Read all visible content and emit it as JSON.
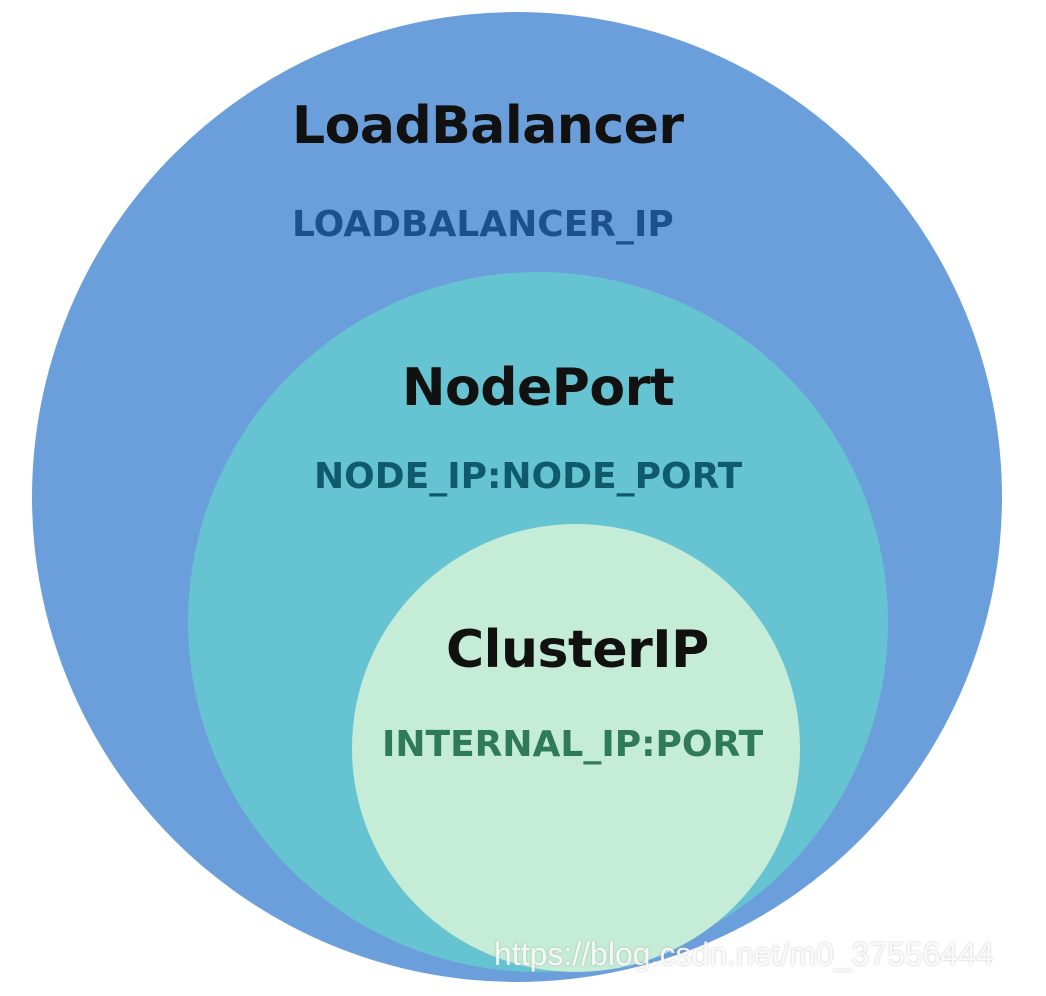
{
  "diagram": {
    "outer": {
      "title": "LoadBalancer",
      "address": "LOADBALANCER_IP",
      "color": "#6b9fdc"
    },
    "middle": {
      "title": "NodePort",
      "address": "NODE_IP:NODE_PORT",
      "color": "#66c4d2"
    },
    "inner": {
      "title": "ClusterIP",
      "address": "INTERNAL_IP:PORT",
      "color": "#c4ecd6"
    }
  },
  "watermark": {
    "text": "https://blog.csdn.net/m0_37556444"
  }
}
